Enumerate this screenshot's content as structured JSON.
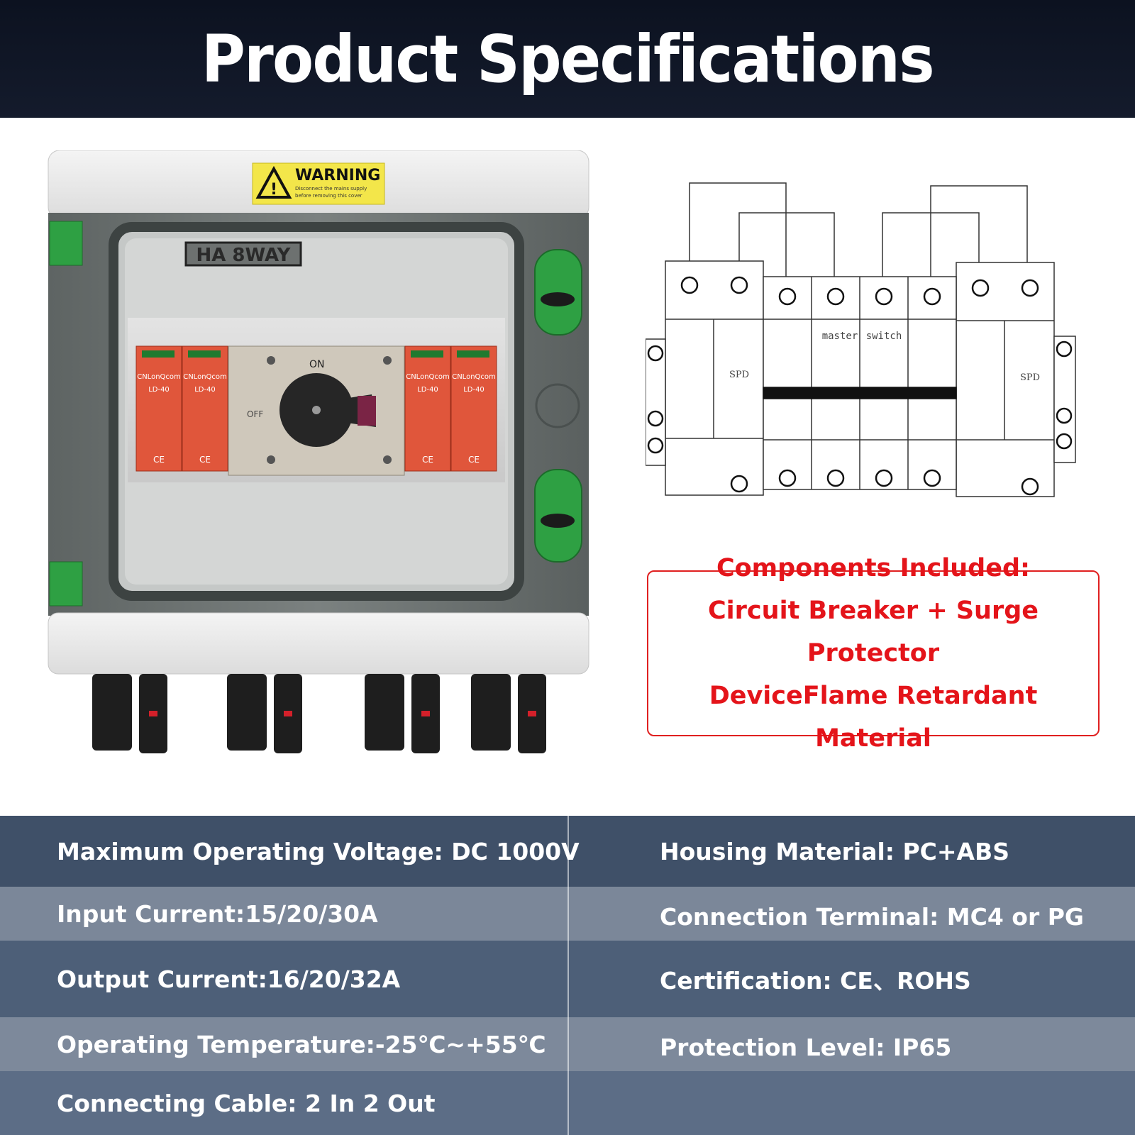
{
  "header": {
    "title": "Product Specifications"
  },
  "product_image": {
    "warning_label": "WARNING",
    "warning_sub1": "Disconnect the mains supply",
    "warning_sub2": "before removing this cover",
    "model_label": "HA 8WAY",
    "spd_brand": "CNLonQcom",
    "spd_model": "LD-40",
    "switch_on": "ON",
    "switch_off": "OFF",
    "ce_mark": "CE"
  },
  "diagram": {
    "spd_left_label": "SPD",
    "spd_right_label": "SPD",
    "master_label": "master",
    "switch_label": "switch"
  },
  "components": {
    "line1": "Components Included:",
    "line2": "Circuit Breaker + Surge Protector",
    "line3": "DeviceFlame Retardant Material"
  },
  "specs": {
    "left": [
      "Maximum Operating Voltage: DC 1000V",
      "Input Current:15/20/30A",
      "Output Current:16/20/32A",
      "Operating Temperature:-25℃~+55℃",
      "Connecting Cable: 2 In 2 Out"
    ],
    "right": [
      "Housing Material: PC+ABS",
      "Connection Terminal: MC4 or PG",
      "Certification: CE、ROHS",
      "Protection Level: IP65",
      ""
    ]
  },
  "colors": {
    "header_bg": "#0c1220",
    "accent_red": "#e4141a",
    "row_dark": "#3d4e66",
    "row_light": "#7a8699"
  }
}
